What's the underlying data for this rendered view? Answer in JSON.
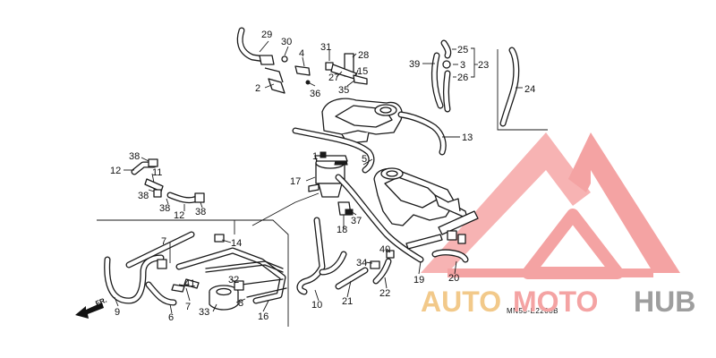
{
  "diagram": {
    "diagram_code": "MN53-E2208B",
    "front_arrow_label": "FR.",
    "callouts": [
      {
        "id": "c1",
        "text": "1"
      },
      {
        "id": "c2",
        "text": "2"
      },
      {
        "id": "c3",
        "text": "3"
      },
      {
        "id": "c4",
        "text": "4"
      },
      {
        "id": "c5",
        "text": "5"
      },
      {
        "id": "c6",
        "text": "6"
      },
      {
        "id": "c7a",
        "text": "7"
      },
      {
        "id": "c7b",
        "text": "7"
      },
      {
        "id": "c8",
        "text": "8"
      },
      {
        "id": "c9",
        "text": "9"
      },
      {
        "id": "c10",
        "text": "10"
      },
      {
        "id": "c11",
        "text": "11"
      },
      {
        "id": "c12a",
        "text": "12"
      },
      {
        "id": "c12b",
        "text": "12"
      },
      {
        "id": "c13",
        "text": "13"
      },
      {
        "id": "c14",
        "text": "14"
      },
      {
        "id": "c15",
        "text": "15"
      },
      {
        "id": "c16",
        "text": "16"
      },
      {
        "id": "c17",
        "text": "17"
      },
      {
        "id": "c18",
        "text": "18"
      },
      {
        "id": "c19",
        "text": "19"
      },
      {
        "id": "c20",
        "text": "20"
      },
      {
        "id": "c21",
        "text": "21"
      },
      {
        "id": "c22",
        "text": "22"
      },
      {
        "id": "c23",
        "text": "23"
      },
      {
        "id": "c24",
        "text": "24"
      },
      {
        "id": "c25",
        "text": "25"
      },
      {
        "id": "c26",
        "text": "26"
      },
      {
        "id": "c27",
        "text": "27"
      },
      {
        "id": "c28",
        "text": "28"
      },
      {
        "id": "c29",
        "text": "29"
      },
      {
        "id": "c30",
        "text": "30"
      },
      {
        "id": "c31",
        "text": "31"
      },
      {
        "id": "c32",
        "text": "32"
      },
      {
        "id": "c33",
        "text": "33"
      },
      {
        "id": "c34",
        "text": "34"
      },
      {
        "id": "c35",
        "text": "35"
      },
      {
        "id": "c36",
        "text": "36"
      },
      {
        "id": "c37",
        "text": "37"
      },
      {
        "id": "c38a",
        "text": "38"
      },
      {
        "id": "c38b",
        "text": "38"
      },
      {
        "id": "c38c",
        "text": "38"
      },
      {
        "id": "c38d",
        "text": "38"
      },
      {
        "id": "c39",
        "text": "39"
      },
      {
        "id": "c40",
        "text": "40"
      },
      {
        "id": "c41",
        "text": "41"
      }
    ]
  },
  "watermark": {
    "part1": "AUTO",
    "part2": "MOTO",
    "part3": "HUB",
    "colors": {
      "auto": "#f2c98a",
      "moto": "#f4a3a3",
      "hub": "#9e9e9e",
      "logo": "#f4a3a3"
    }
  }
}
